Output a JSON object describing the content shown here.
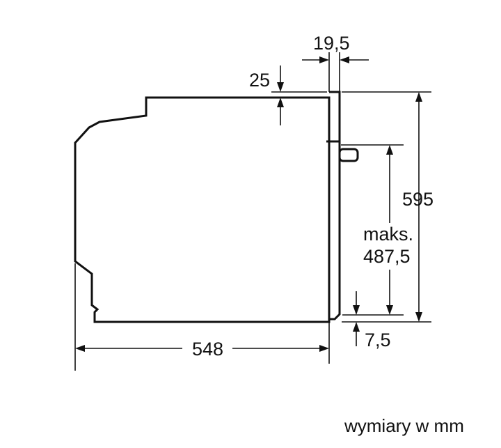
{
  "diagram": {
    "dimensions": {
      "door_thickness": "19,5",
      "top_offset": "25",
      "height": "595",
      "max_label_line1": "maks.",
      "max_label_line2": "487,5",
      "bottom_offset": "7,5",
      "depth": "548"
    },
    "caption": "wymiary w mm"
  }
}
